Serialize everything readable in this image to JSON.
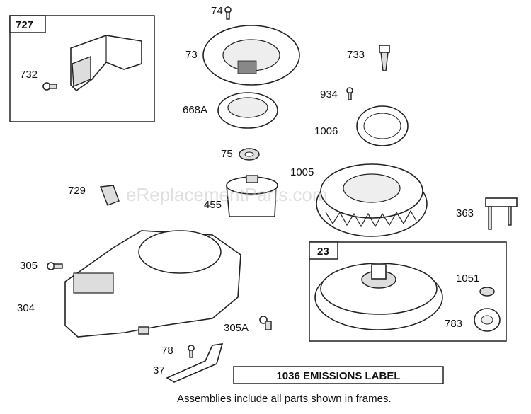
{
  "watermark": "eReplacementParts.com",
  "frames": [
    {
      "id": "727"
    },
    {
      "id": "23"
    }
  ],
  "part_labels": {
    "p727": "727",
    "p732": "732",
    "p74": "74",
    "p73": "73",
    "p733": "733",
    "p668A": "668A",
    "p934": "934",
    "p1006": "1006",
    "p75": "75",
    "p1005": "1005",
    "p729": "729",
    "p455": "455",
    "p363": "363",
    "p23": "23",
    "p305": "305",
    "p1051": "1051",
    "p304": "304",
    "p305A": "305A",
    "p783": "783",
    "p78": "78",
    "p37": "37"
  },
  "emissions_label": "1036 EMISSIONS LABEL",
  "footer_note": "Assemblies include all parts shown in frames."
}
